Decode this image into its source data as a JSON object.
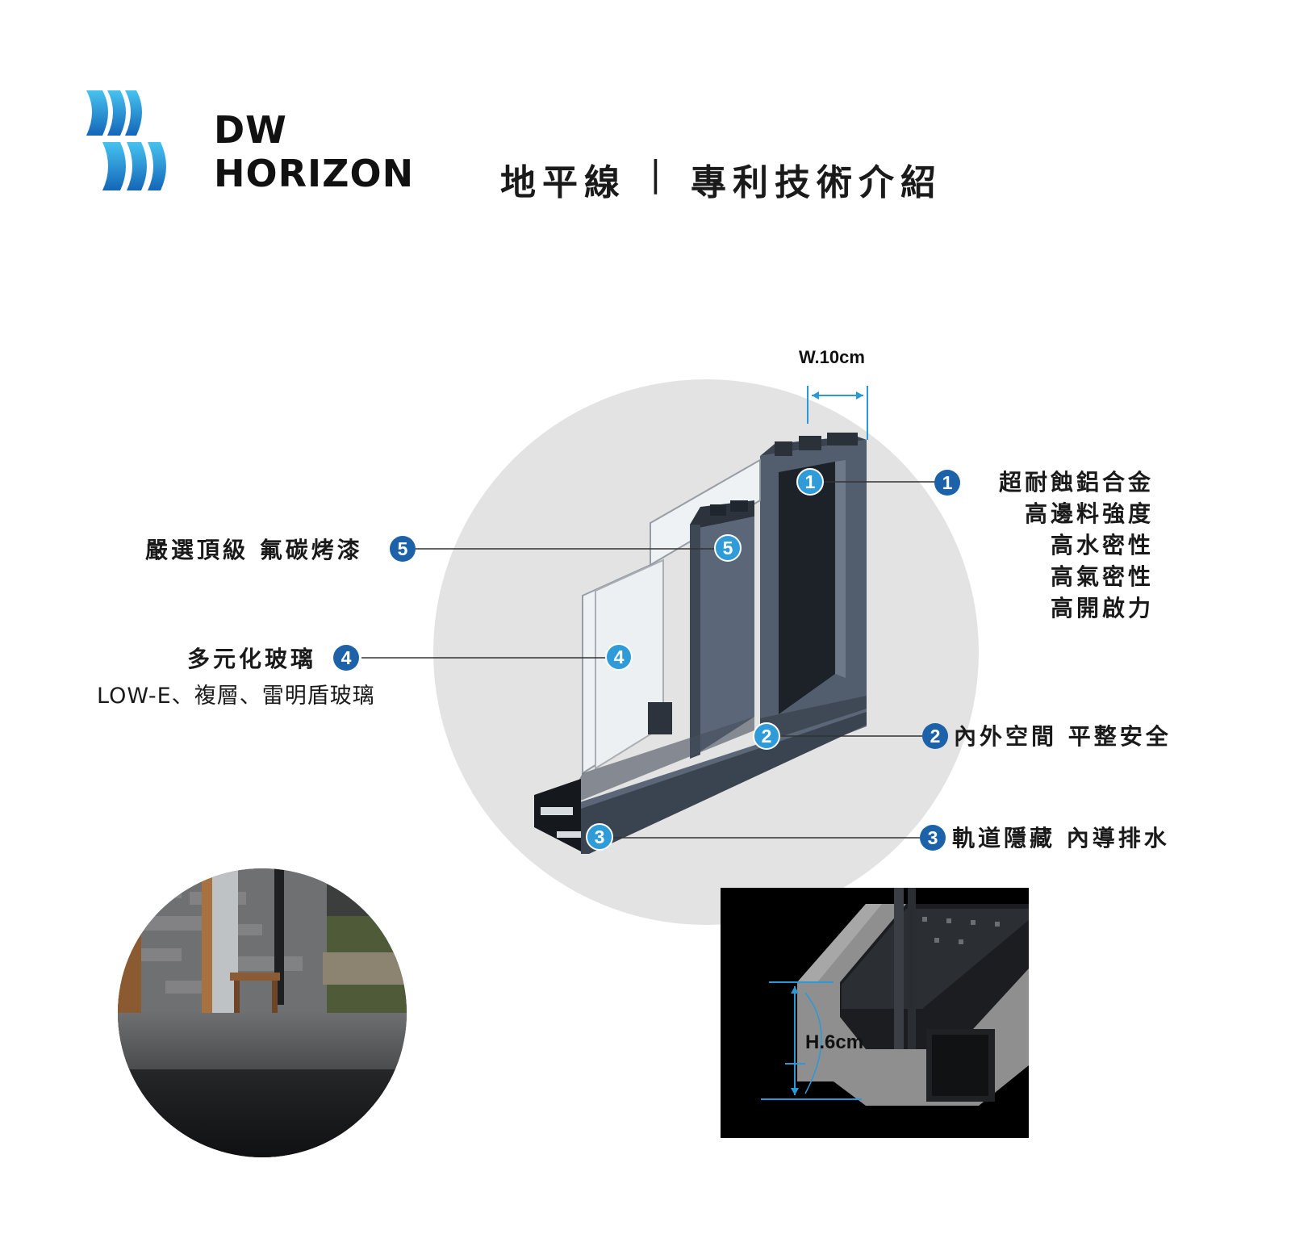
{
  "brand": {
    "line1": "DW",
    "line2": "HORIZON",
    "product_name": "地平線",
    "separator": "|",
    "subtitle": "專利技術介紹",
    "logo_color": "#1b8fd6"
  },
  "dimensions": {
    "width_label": "W.10cm",
    "height_label": "H.6cm",
    "line_color": "#2a9ad6"
  },
  "callouts": {
    "c1": {
      "number": "1",
      "lines": [
        "超耐蝕鋁合金",
        "高邊料強度",
        "高水密性",
        "高氣密性",
        "高開啟力"
      ]
    },
    "c2": {
      "number": "2",
      "text": "內外空間 平整安全"
    },
    "c3": {
      "number": "3",
      "text": "軌道隱藏 內導排水"
    },
    "c4": {
      "number": "4",
      "text": "多元化玻璃",
      "sub": "LOW-E、複層、雷明盾玻璃"
    },
    "c5": {
      "number": "5",
      "text": "嚴選頂級 氟碳烤漆"
    }
  },
  "colors": {
    "badge_dark": "#1d62a8",
    "badge_light": "#2f9bd8",
    "circle_bg": "#e3e3e3",
    "frame": "#4d5868"
  }
}
